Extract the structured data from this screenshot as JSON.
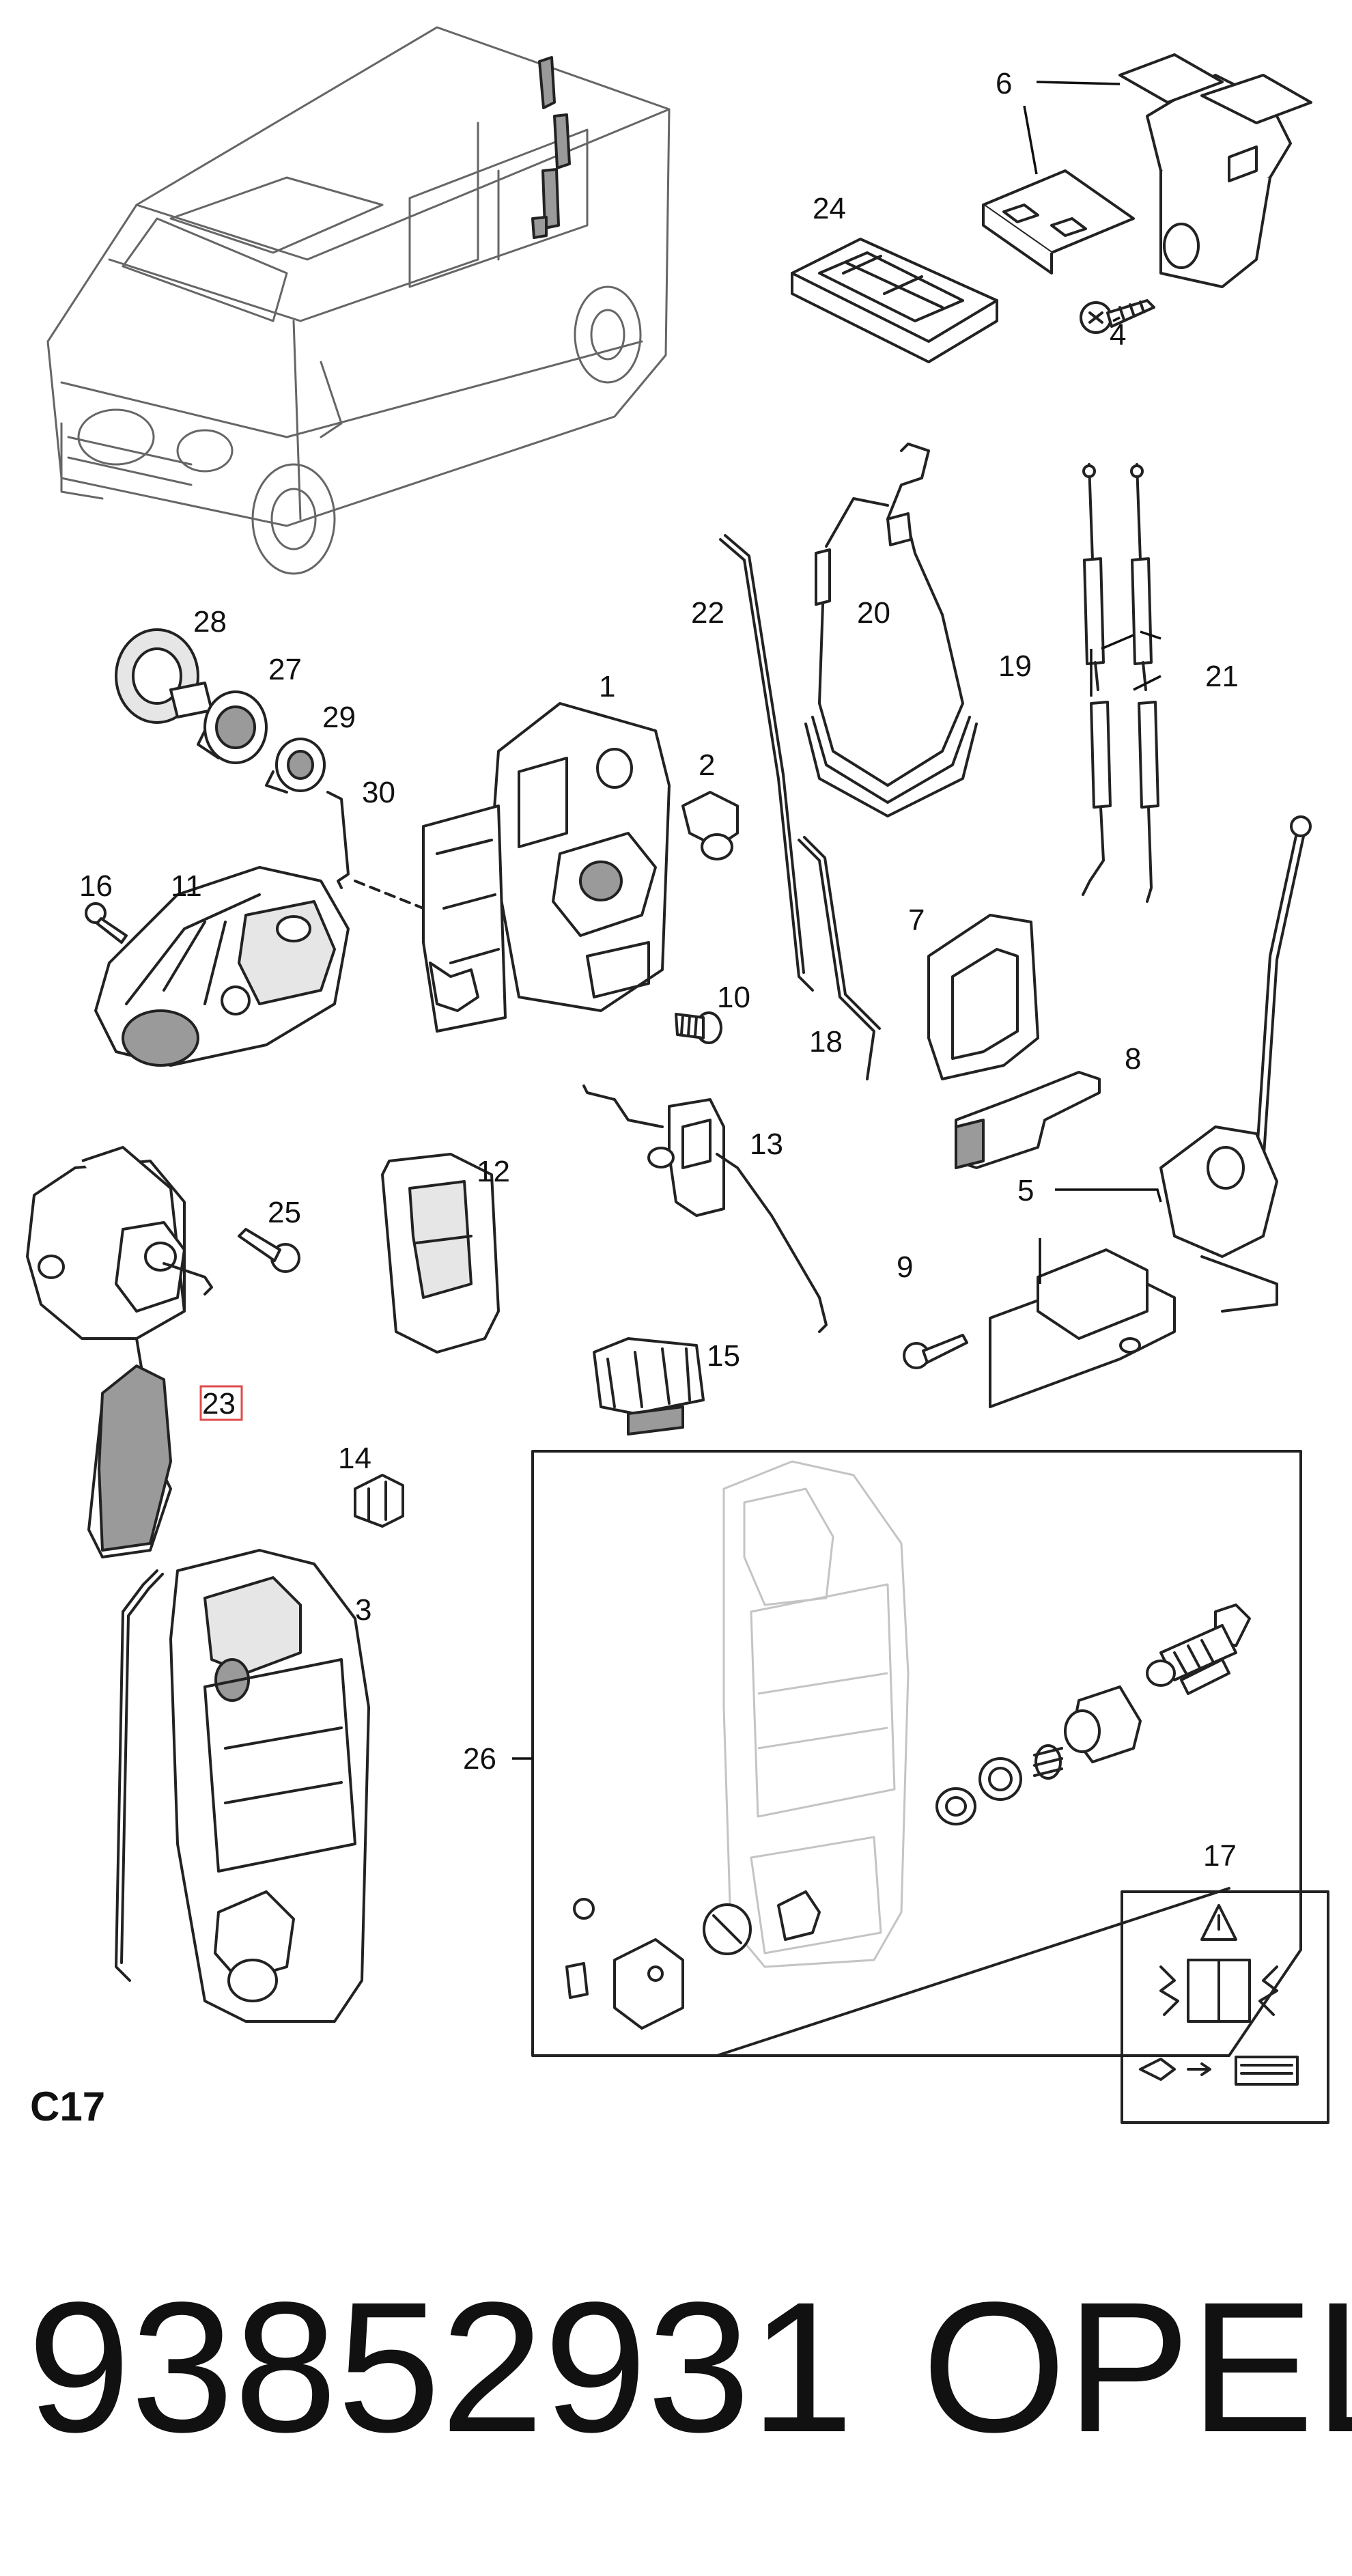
{
  "diagram": {
    "section_code": "C17",
    "part_number": "93852931",
    "brand": "OPEL",
    "highlighted_callout": "23",
    "highlight_color": "#e04b4b",
    "callouts": {
      "c1": "1",
      "c3": "3",
      "c4": "4",
      "c5": "5",
      "c6": "6",
      "c7": "7",
      "c8": "8",
      "c9": "9",
      "c10": "10",
      "c11": "11",
      "c12": "12",
      "c13": "13",
      "c14": "14",
      "c15": "15",
      "c16": "16",
      "c17": "17",
      "c18": "18",
      "c19": "19",
      "c20": "20",
      "c2": "2",
      "c21": "21",
      "c22": "22",
      "c23": "23",
      "c24": "24",
      "c25": "25",
      "c26": "26",
      "c27": "27",
      "c28": "28",
      "c29": "29",
      "c30": "30"
    }
  }
}
